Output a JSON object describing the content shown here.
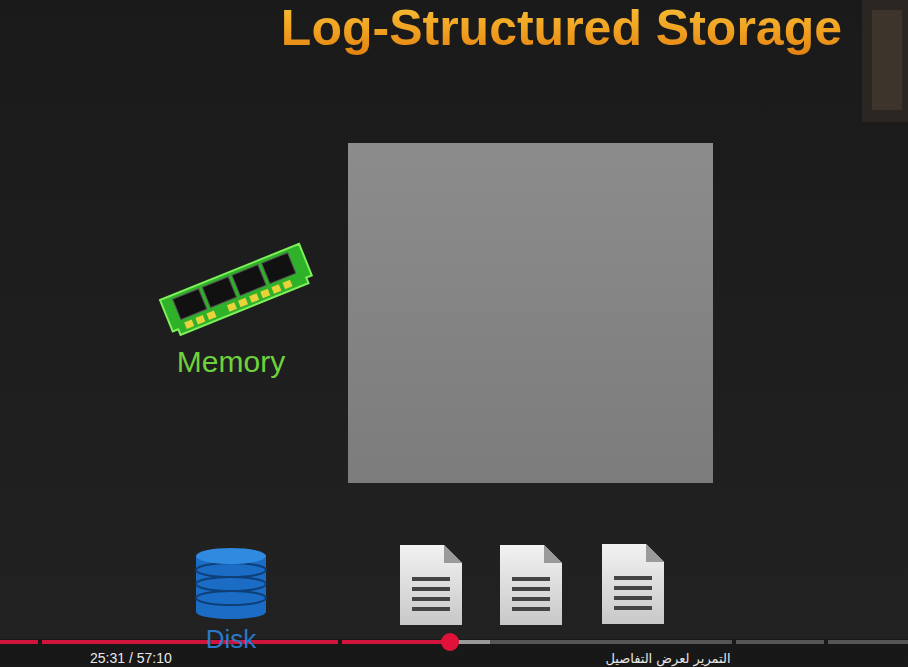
{
  "diagram": {
    "title": "Log-Structured Storage",
    "labels": [
      "Memory",
      "Disk",
      "25:31 / 57:10",
      "التمرير لعرض التفاصيل"
    ]
  }
}
